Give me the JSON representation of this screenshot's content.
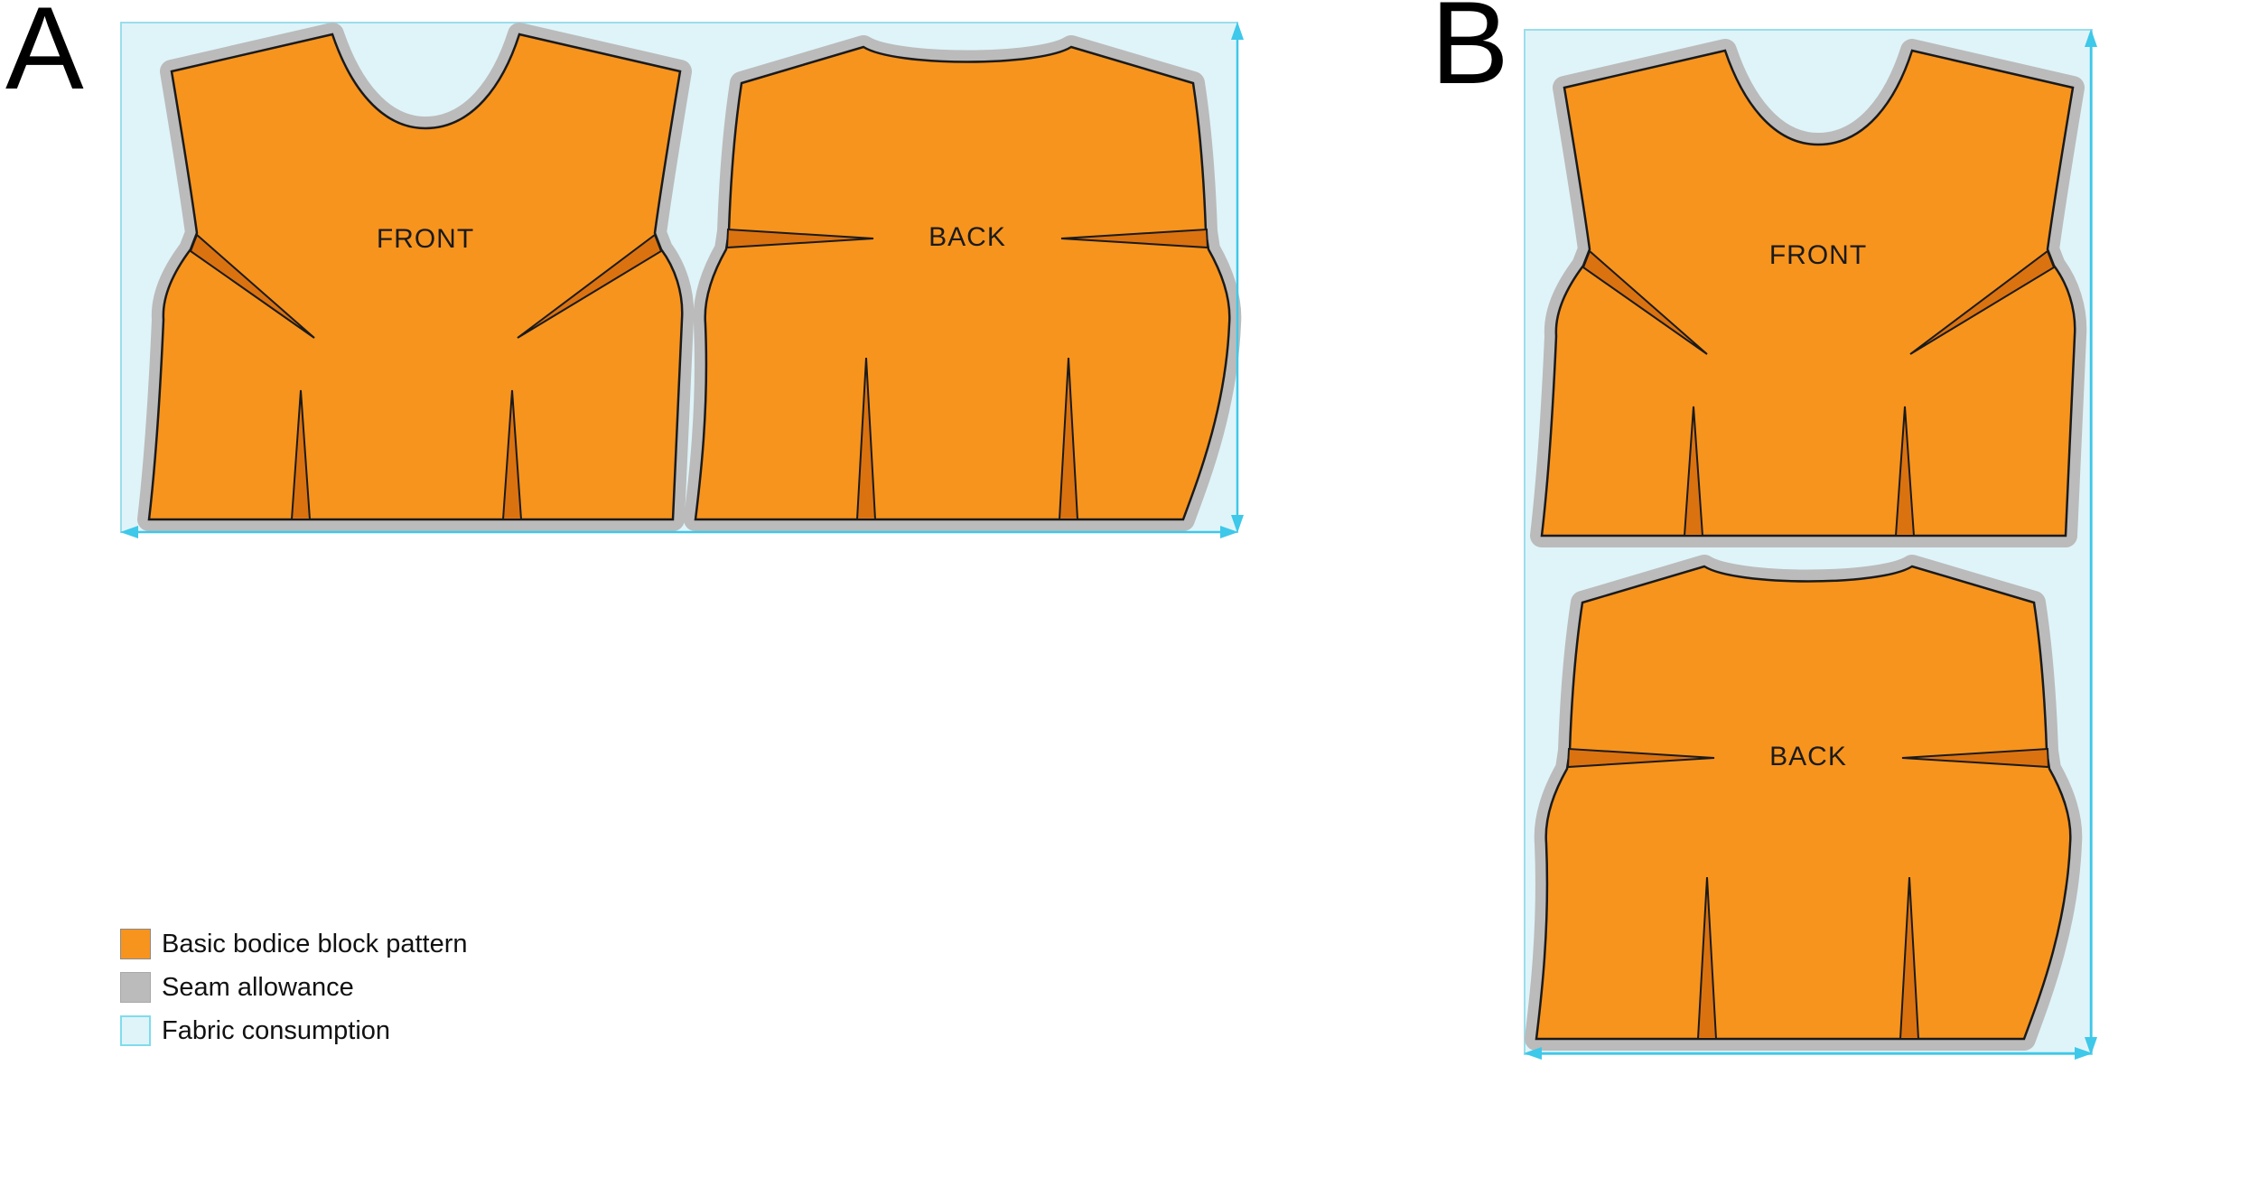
{
  "figure": {
    "panel_a_label": "A",
    "panel_b_label": "B"
  },
  "panel_a": {
    "front_label": "FRONT",
    "back_label": "BACK"
  },
  "panel_b": {
    "front_label": "FRONT",
    "back_label": "BACK"
  },
  "legend": {
    "items": [
      {
        "label": "Basic bodice block pattern",
        "color": "#F7941E"
      },
      {
        "label": "Seam allowance",
        "color": "#BBBBBB"
      },
      {
        "label": "Fabric consumption",
        "color": "#DFF4F9"
      }
    ]
  },
  "colors": {
    "pattern": "#F7941E",
    "dart": "#DB7210",
    "seam_allowance": "#BBBBBB",
    "fabric": "#DFF4F9",
    "fabric_border": "#9ADEEB",
    "dimension_line": "#3EC8E9",
    "outline": "#1A1A1A"
  }
}
